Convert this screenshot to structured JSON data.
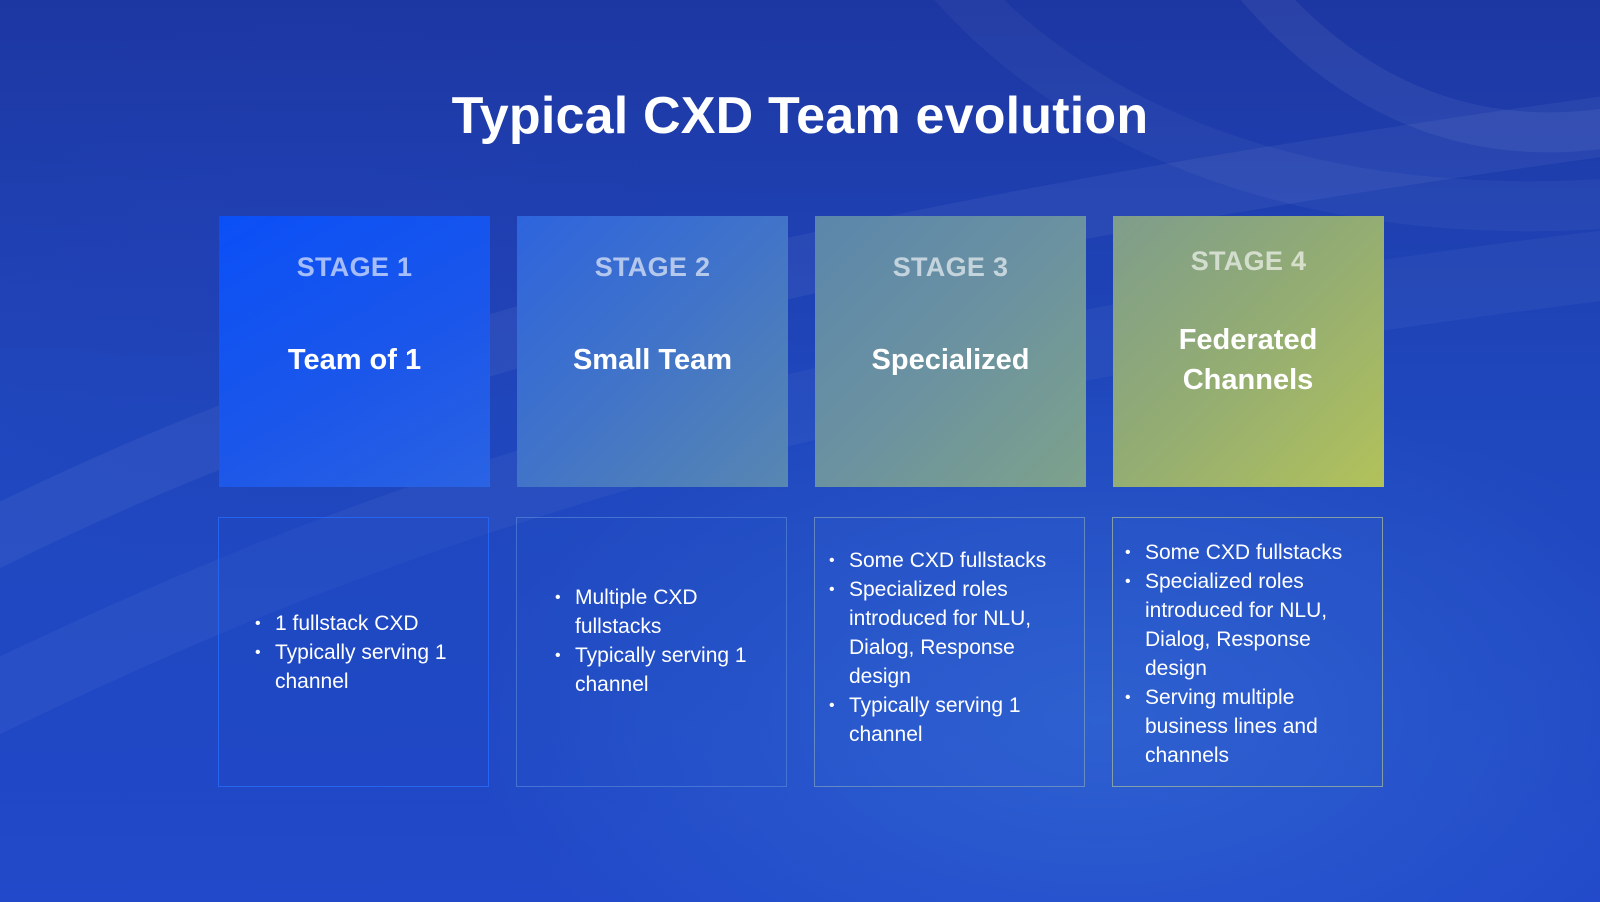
{
  "slide": {
    "title": "Typical CXD Team evolution"
  },
  "stages": [
    {
      "label": "STAGE 1",
      "name": "Team of 1",
      "bullets": [
        "1 fullstack CXD",
        "Typically serving 1 channel"
      ]
    },
    {
      "label": "STAGE 2",
      "name": "Small Team",
      "bullets": [
        "Multiple CXD fullstacks",
        "Typically serving 1 channel"
      ]
    },
    {
      "label": "STAGE 3",
      "name": "Specialized",
      "bullets": [
        "Some CXD fullstacks",
        "Specialized roles introduced for NLU, Dialog, Response design",
        "Typically serving 1 channel"
      ]
    },
    {
      "label": "STAGE 4",
      "name": "Federated Channels",
      "bullets": [
        "Some CXD fullstacks",
        "Specialized roles introduced for NLU, Dialog, Response design",
        "Serving multiple business lines and channels"
      ]
    }
  ],
  "colors": {
    "stage_1": "#0a4ff7",
    "stage_2": "#4174c8",
    "stage_3": "#6b92a0",
    "stage_4": "#b2c25a"
  }
}
